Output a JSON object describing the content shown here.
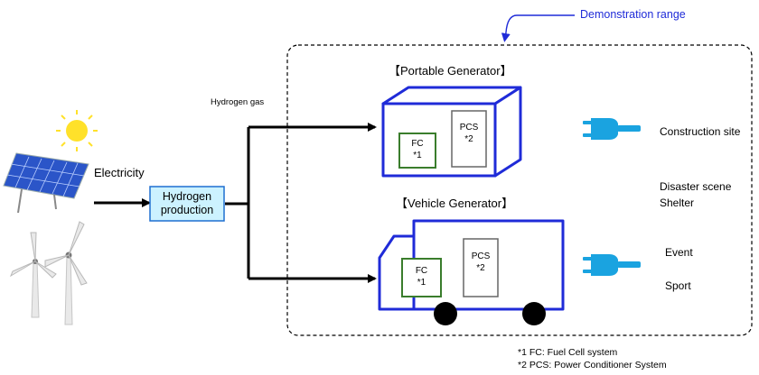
{
  "demo_range_label": "Demonstration range",
  "hydrogen_gas_label": "Hydrogen gas",
  "electricity_label": "Electricity",
  "hydrogen_production": {
    "line1": "Hydrogen",
    "line2": "production"
  },
  "portable_generator": {
    "title": "【Portable Generator】",
    "fc": [
      "FC",
      "*1"
    ],
    "pcs": [
      "PCS",
      "*2"
    ]
  },
  "vehicle_generator": {
    "title": "【Vehicle Generator】",
    "fc": [
      "FC",
      "*1"
    ],
    "pcs": [
      "PCS",
      "*2"
    ]
  },
  "uses": [
    "Construction site",
    "Disaster scene",
    "Shelter",
    "Event",
    "Sport"
  ],
  "footnotes": [
    "*1 FC: Fuel Cell system",
    "*2 PCS: Power Conditioner System"
  ],
  "colors": {
    "accent_blue": "#1f2bd8",
    "fc_green": "#3a7d2c",
    "box_fill": "#ccf2ff",
    "plug_blue": "#1aa3e0"
  }
}
